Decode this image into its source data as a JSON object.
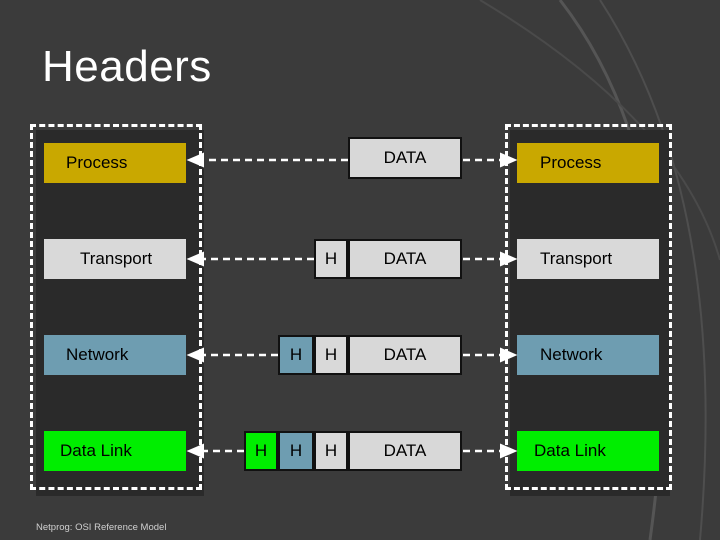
{
  "title": "Headers",
  "footer": "Netprog: OSI Reference Model",
  "layers": [
    {
      "name": "Process",
      "color": "#c9a800"
    },
    {
      "name": "Transport",
      "color": "#d9d9d9"
    },
    {
      "name": "Network",
      "color": "#6e9db1"
    },
    {
      "name": "Data Link",
      "color": "#00ee00"
    }
  ],
  "header_label": "H",
  "data_label": "DATA",
  "header_colors": {
    "transport": "#d9d9d9",
    "network": "#6e9db1",
    "datalink": "#00ee00"
  }
}
